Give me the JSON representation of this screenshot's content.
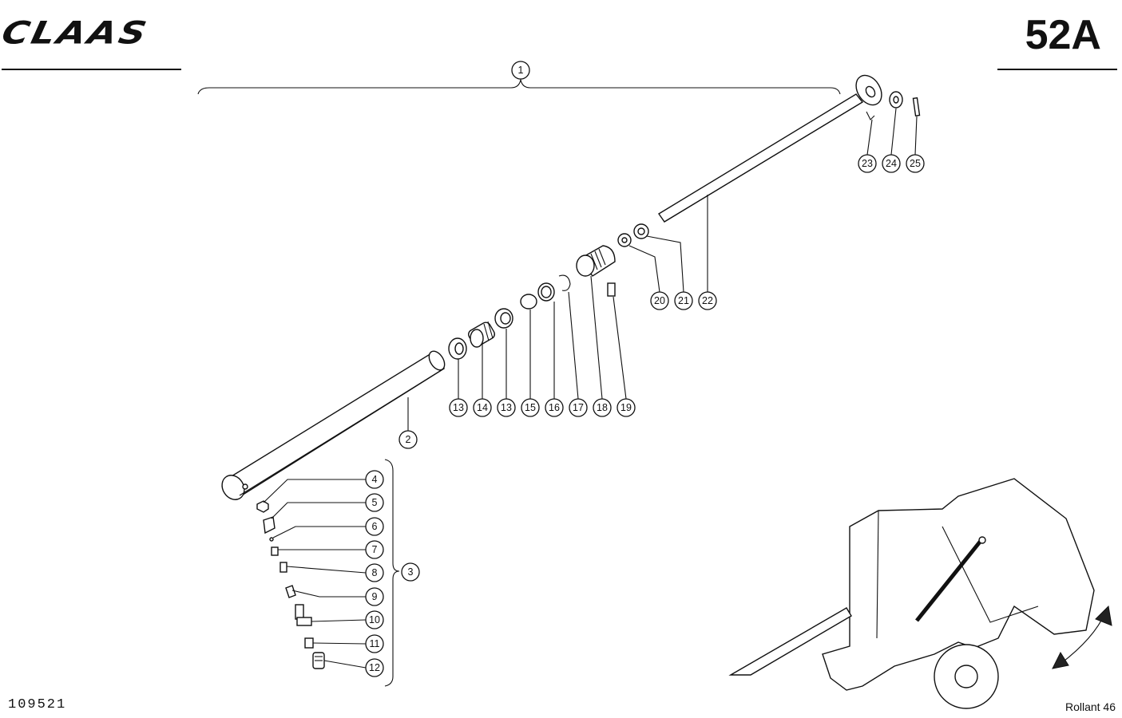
{
  "header": {
    "brand": "CLAAS",
    "page_number": "52A"
  },
  "footer": {
    "document_number": "109521",
    "model": "Rollant 46"
  },
  "callouts": [
    "1",
    "2",
    "3",
    "4",
    "5",
    "6",
    "7",
    "8",
    "9",
    "10",
    "11",
    "12",
    "13",
    "14",
    "13",
    "15",
    "16",
    "17",
    "18",
    "19",
    "20",
    "21",
    "22",
    "23",
    "24",
    "25"
  ]
}
